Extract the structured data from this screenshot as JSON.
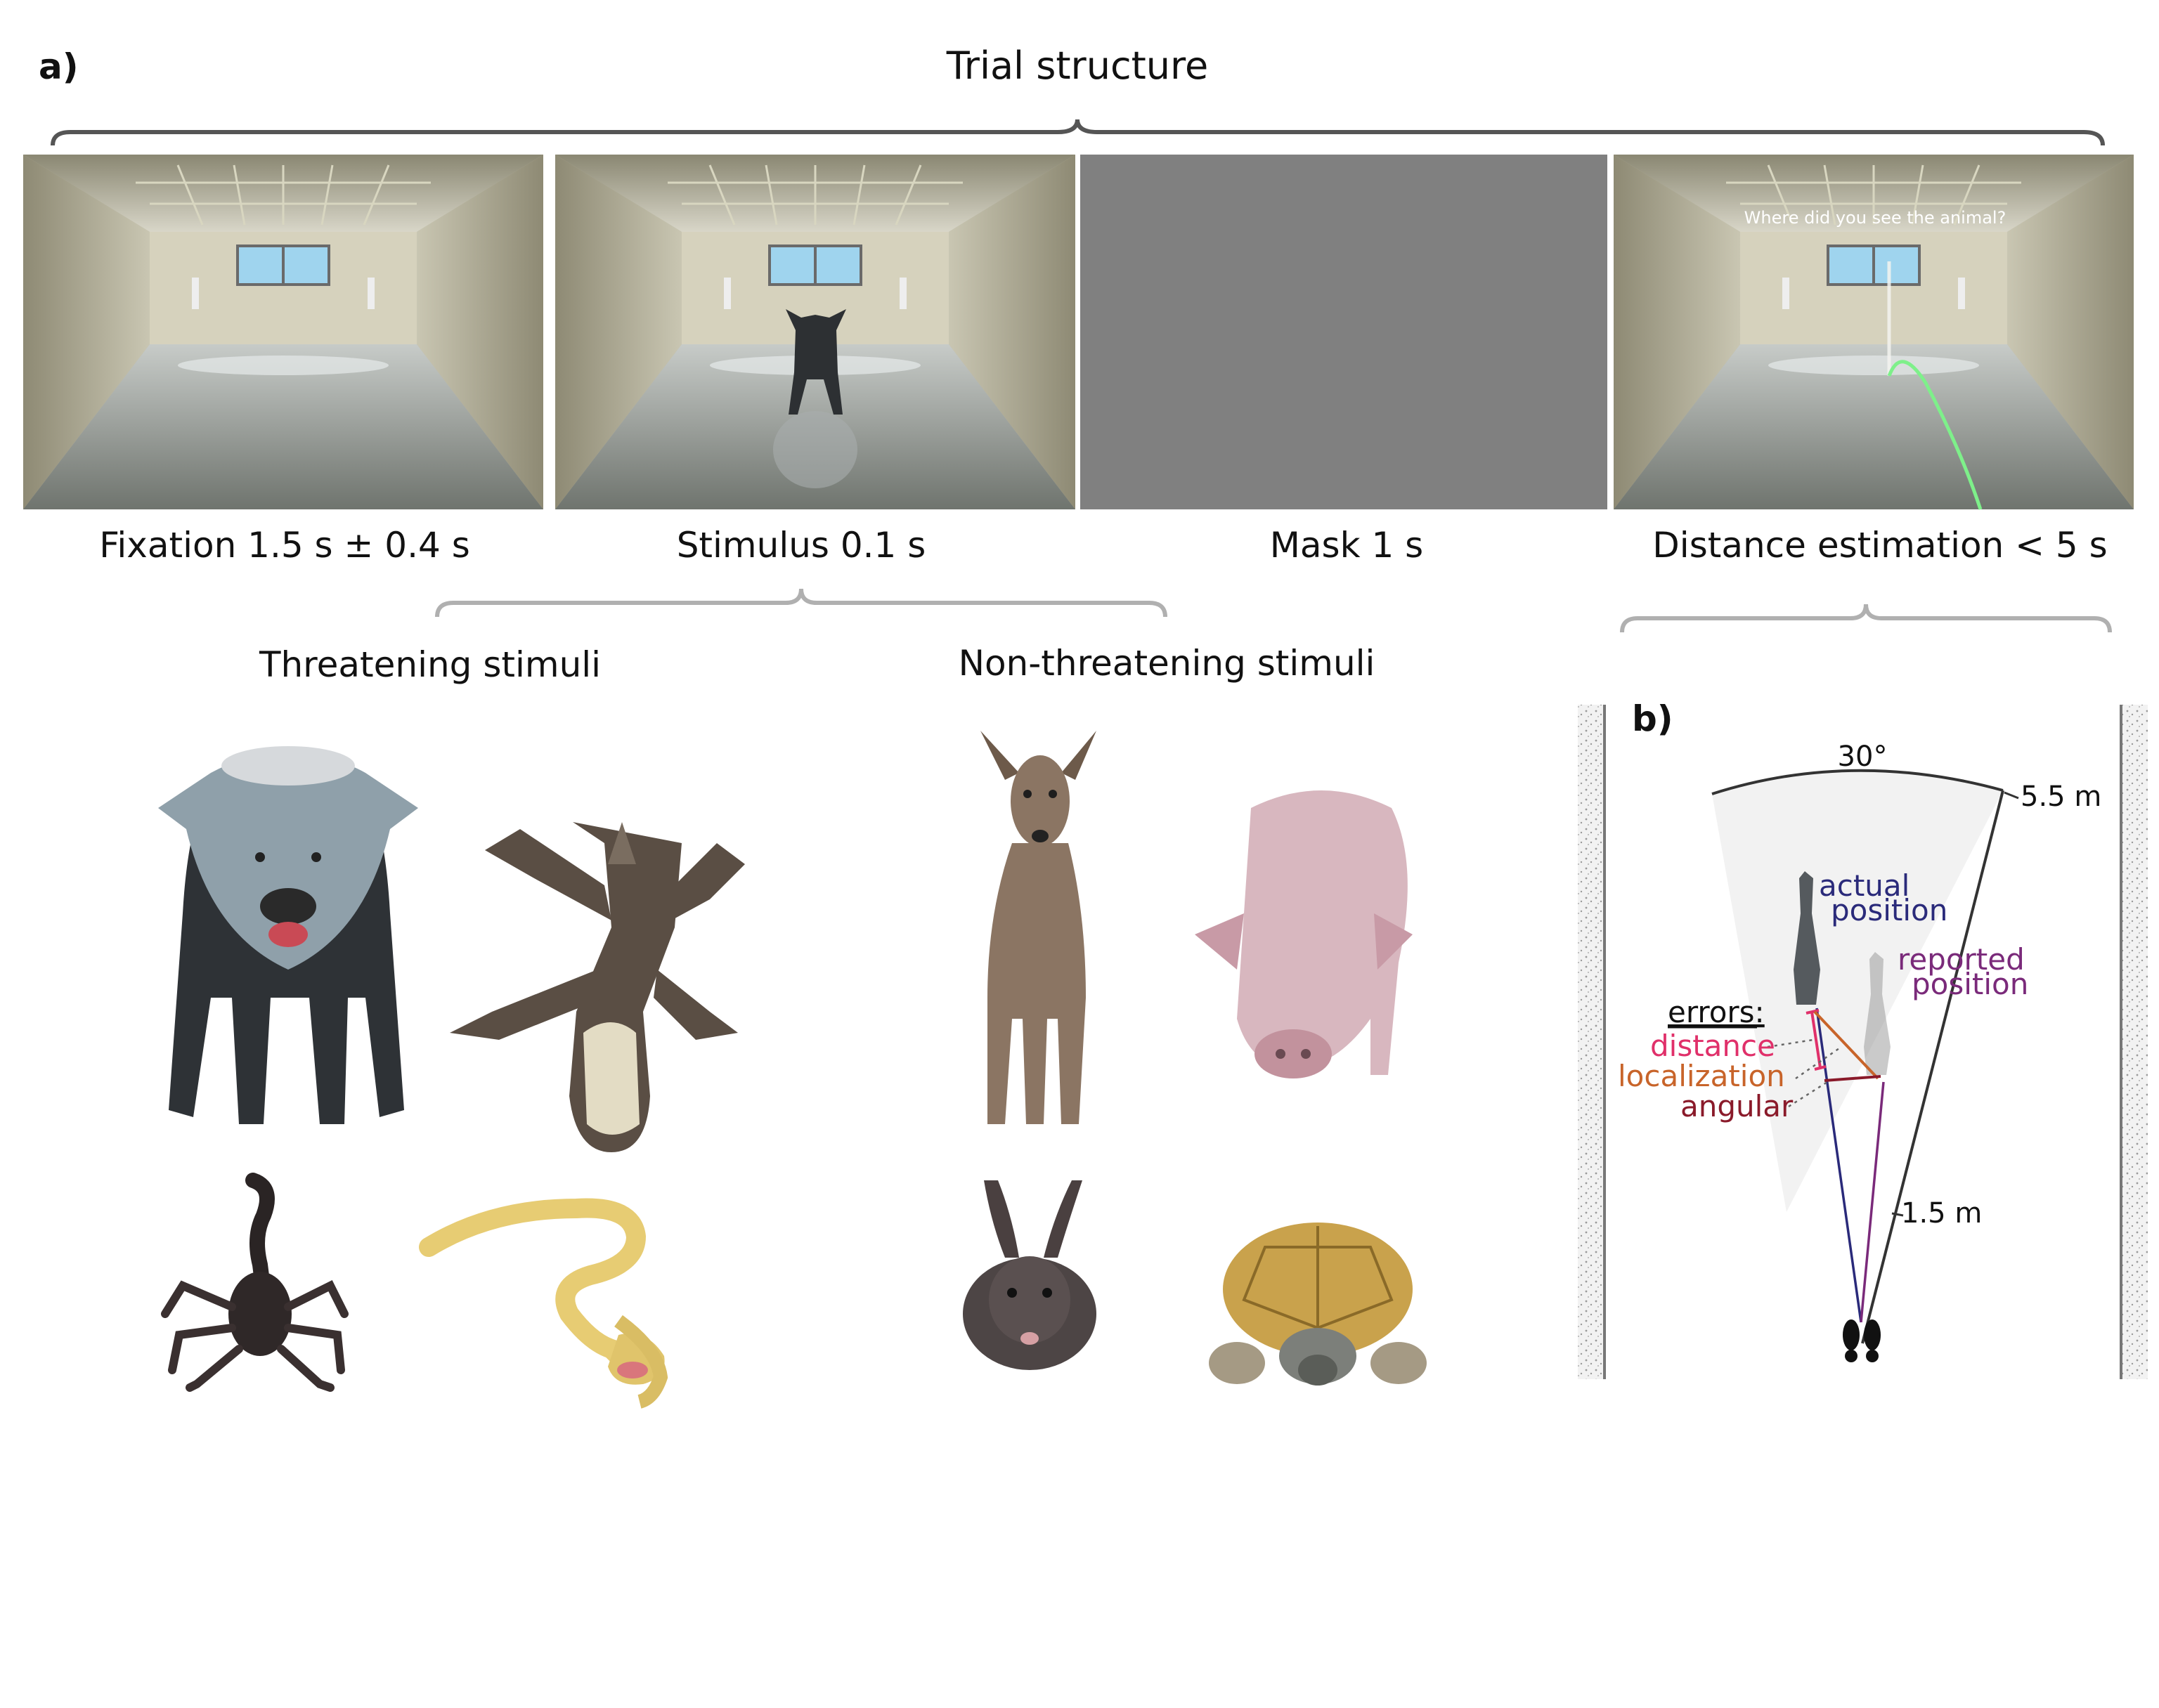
{
  "panel_a": {
    "label": "a)",
    "title": "Trial structure",
    "phases": [
      {
        "label": "Fixation 1.5 s ± 0.4 s"
      },
      {
        "label": "Stimulus 0.1 s"
      },
      {
        "label": "Mask 1 s"
      },
      {
        "label": "Distance estimation < 5 s"
      }
    ],
    "prompt_text": "Where did you see the animal?",
    "groups": {
      "threatening": {
        "label": "Threatening stimuli",
        "animals": [
          "wolf",
          "crocodile",
          "scorpion",
          "snake"
        ]
      },
      "non_threatening": {
        "label": "Non-threatening stimuli",
        "animals": [
          "deer",
          "pig",
          "rabbit",
          "tortoise"
        ]
      }
    }
  },
  "panel_b": {
    "label": "b)",
    "angle_label": "30°",
    "far_label": "5.5 m",
    "near_label": "1.5 m",
    "actual_label_1": "actual",
    "actual_label_2": "position",
    "reported_label_1": "reported",
    "reported_label_2": "position",
    "errors_title": "errors:",
    "error_distance": "distance",
    "error_localization": "localization",
    "error_angular": "angular"
  },
  "colors": {
    "actual": "#2a2a7a",
    "reported": "#7a2a7a",
    "distance": "#e0306a",
    "localization": "#c8642a",
    "angular": "#8a1a2a",
    "mask": "#808080",
    "trajectory": "#7ef08a"
  }
}
